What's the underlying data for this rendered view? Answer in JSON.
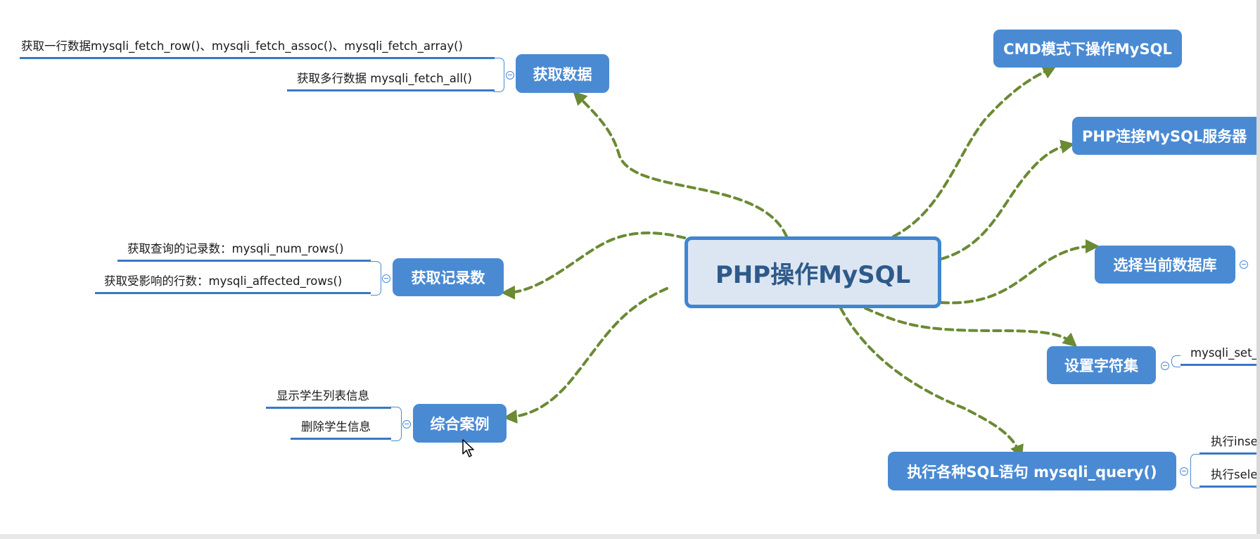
{
  "central": {
    "label": "PHP操作MySQL"
  },
  "left_topics": {
    "fetch_data": {
      "label": "获取数据",
      "leaves": [
        "获取一行数据mysqli_fetch_row()、mysqli_fetch_assoc()、mysqli_fetch_array()",
        "获取多行数据 mysqli_fetch_all()"
      ]
    },
    "row_count": {
      "label": "获取记录数",
      "leaves": [
        "获取查询的记录数：mysqli_num_rows()",
        "获取受影响的行数：mysqli_affected_rows()"
      ]
    },
    "case_study": {
      "label": "综合案例",
      "leaves": [
        "显示学生列表信息",
        "删除学生信息"
      ]
    }
  },
  "right_topics": {
    "cmd": {
      "label": "CMD模式下操作MySQL"
    },
    "connect": {
      "label": "PHP连接MySQL服务器"
    },
    "select_db": {
      "label": "选择当前数据库"
    },
    "charset": {
      "label": "设置字符集",
      "leaves": [
        "mysqli_set_"
      ]
    },
    "query": {
      "label": "执行各种SQL语句 mysqli_query()",
      "leaves": [
        "执行inse",
        "执行sele"
      ]
    }
  },
  "colors": {
    "topic_fill": "#4a8ad3",
    "central_fill": "#dce6f3",
    "central_border": "#3f86d1",
    "connector": "#6b8a34"
  }
}
